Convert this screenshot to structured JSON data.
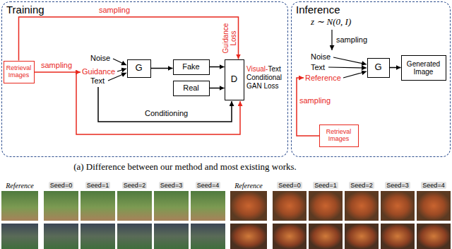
{
  "diagram": {
    "caption": "(a) Difference between our method and most existing works.",
    "nodes": [
      {
        "text": [
          "Training"
        ]
      },
      {
        "text": [
          "Retrieval Images"
        ],
        "in": 0
      },
      {
        "text": [
          "G"
        ],
        "in": 0
      },
      {
        "text": [
          "Fake"
        ],
        "in": 0
      },
      {
        "text": [
          "Real"
        ],
        "in": 0
      },
      {
        "text": [
          "D"
        ],
        "in": 0
      },
      {
        "text": [
          "Inference"
        ]
      },
      {
        "text": [
          "G"
        ],
        "in": 6
      },
      {
        "text": [
          "Generated Image"
        ],
        "in": 6
      },
      {
        "text": [
          "Retrieval Images"
        ],
        "in": 6
      }
    ],
    "edges": [
      {
        "from": 2,
        "to": 3,
        "arrow": "to"
      },
      {
        "from": 3,
        "to": 5,
        "arrow": "to"
      },
      {
        "from": 4,
        "to": 5,
        "arrow": "to"
      },
      {
        "from": 1,
        "to": 5,
        "label": "Guidance Loss",
        "arrow": "to"
      },
      {
        "from": 7,
        "to": 8,
        "arrow": "to"
      }
    ],
    "labels": [
      "sampling",
      "sampling",
      "Noise",
      "Guidance",
      "Text",
      "Visual-",
      "Text Conditional GAN Loss",
      "Conditioning",
      "z ∼ N(0, I)",
      "sampling",
      "Noise",
      "Text",
      "Reference",
      "sampling",
      "Reference",
      "Seed=0",
      "Seed=1",
      "Seed=2",
      "Seed=3",
      "Seed=4",
      "Reference",
      "Seed=0",
      "Seed=1",
      "Seed=2",
      "Seed=3",
      "Seed=4"
    ]
  }
}
